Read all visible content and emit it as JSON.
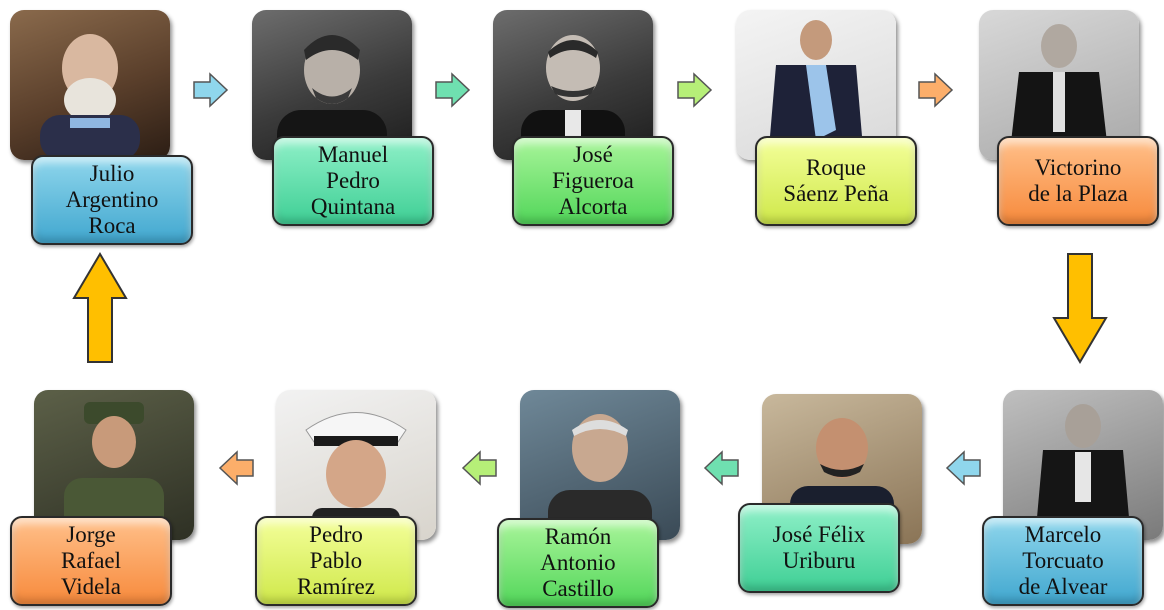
{
  "colors": {
    "blue": "#41a7cf",
    "teal": "#3fcf95",
    "green": "#52d65a",
    "lime": "#cfe84a",
    "orange": "#f78a3c",
    "big_arrow": "#ffbf00"
  },
  "top_row": [
    {
      "name": "Julio\nArgentino\nRoca",
      "color": "blue"
    },
    {
      "name": "Manuel\nPedro\nQuintana",
      "color": "teal"
    },
    {
      "name": "José\nFigueroa\nAlcorta",
      "color": "green"
    },
    {
      "name": "Roque\nSáenz Peña",
      "color": "lime"
    },
    {
      "name": "Victorino\nde la Plaza",
      "color": "orange"
    }
  ],
  "bottom_row": [
    {
      "name": "Jorge\nRafael\nVidela",
      "color": "orange"
    },
    {
      "name": "Pedro\nPablo\nRamírez",
      "color": "lime"
    },
    {
      "name": "Ramón\nAntonio\nCastillo",
      "color": "green"
    },
    {
      "name": "José Félix\nUriburu",
      "color": "teal"
    },
    {
      "name": "Marcelo\nTorcuato\nde Alvear",
      "color": "blue"
    }
  ],
  "icons": {
    "small_arrow": "chevron-arrow-icon",
    "big_arrow": "block-arrow-icon"
  }
}
